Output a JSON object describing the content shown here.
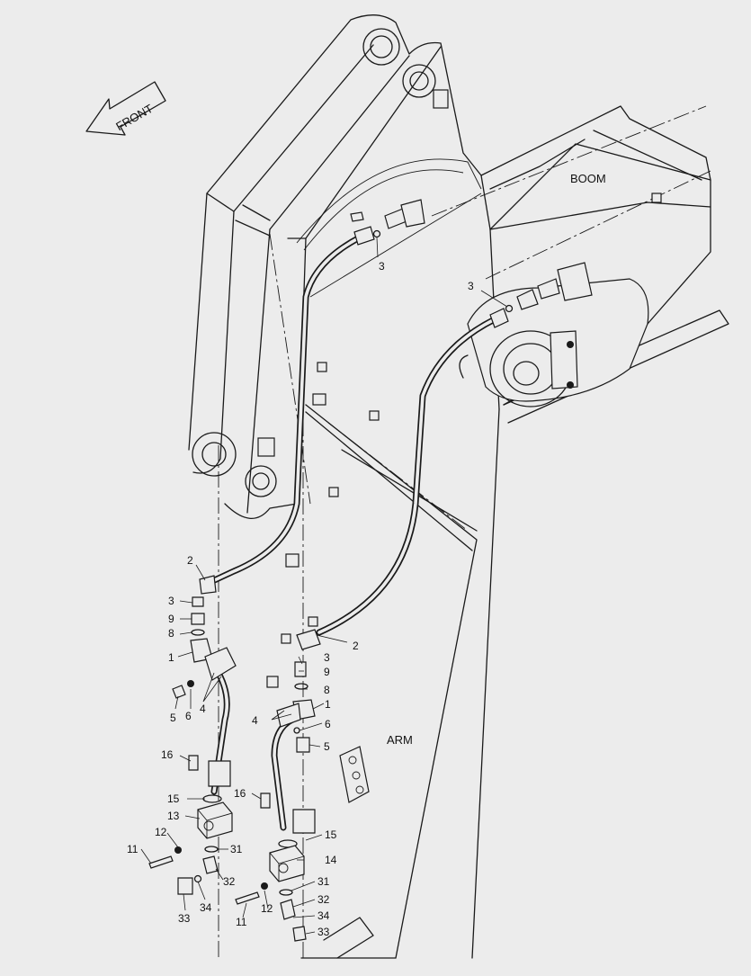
{
  "direction_label": "FRONT",
  "region_labels": {
    "boom": "BOOM",
    "arm": "ARM"
  },
  "callouts": [
    "1",
    "2",
    "3",
    "4",
    "5",
    "6",
    "8",
    "9",
    "11",
    "12",
    "13",
    "14",
    "15",
    "16",
    "31",
    "32",
    "33",
    "34"
  ]
}
